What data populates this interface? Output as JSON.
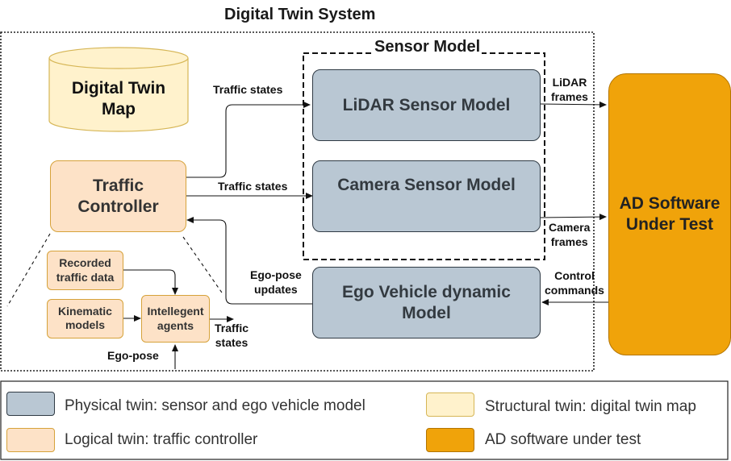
{
  "diagram": {
    "title": "Digital Twin System",
    "sensor_model_title": "Sensor Model",
    "digital_twin_map": "Digital Twin\nMap",
    "traffic_controller": "Traffic\nController",
    "lidar_model": "LiDAR Sensor Model",
    "camera_model": "Camera Sensor Model",
    "ego_model": "Ego Vehicle dynamic\nModel",
    "ad_software": "AD Software\nUnder Test",
    "recorded_data": "Recorded\ntraffic data",
    "kinematic_models": "Kinematic\nmodels",
    "intelligent_agents": "Intellegent\nagents"
  },
  "edge_labels": {
    "traffic_states_top": "Traffic states",
    "traffic_states_mid": "Traffic states",
    "traffic_states_agents": "Traffic\nstates",
    "ego_pose_updates": "Ego-pose\nupdates",
    "ego_pose": "Ego-pose",
    "lidar_frames": "LiDAR\nframes",
    "camera_frames": "Camera\nframes",
    "control_commands": "Control\ncommands"
  },
  "legend": {
    "physical": "Physical twin: sensor and ego vehicle model",
    "logical": "Logical twin: traffic controller",
    "structural": "Structural twin: digital twin map",
    "ad": "AD software under test"
  },
  "colors": {
    "physical": "#b9c7d3",
    "logical": "#fde2c7",
    "structural": "#fff2cc",
    "ad": "#f0a30a"
  }
}
